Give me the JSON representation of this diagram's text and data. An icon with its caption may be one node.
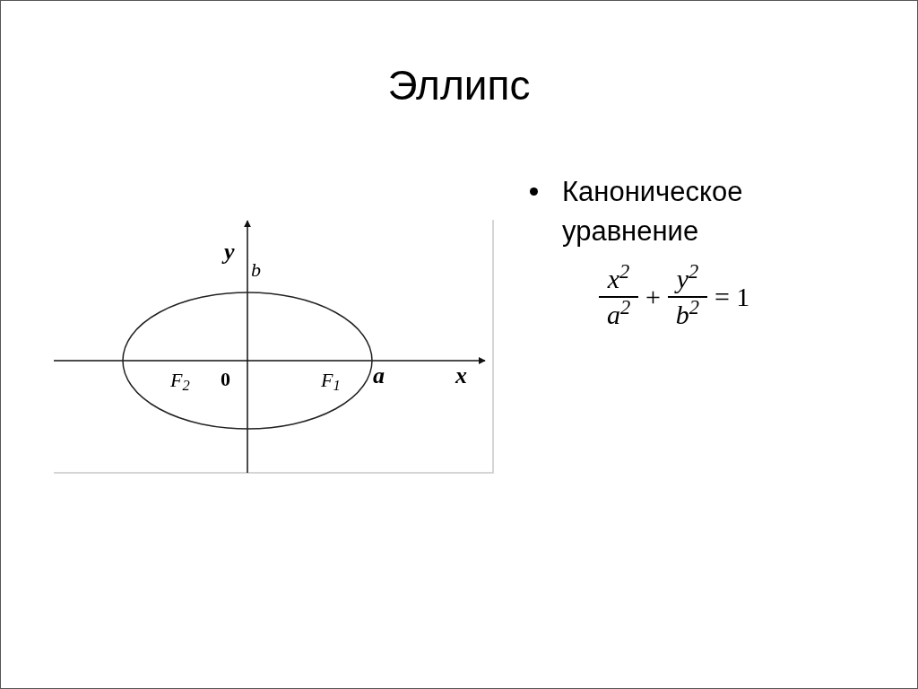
{
  "diagram": {
    "title": "Эллипс",
    "labels": [
      "y",
      "b",
      "F$_{2}$",
      "0",
      "F$_{1}$",
      "a",
      "x",
      "Каноническое уравнение",
      "x$^{2}$",
      "a$^{2}$",
      "+",
      "y$^{2}$",
      "b$^{2}$",
      "= 1"
    ]
  }
}
